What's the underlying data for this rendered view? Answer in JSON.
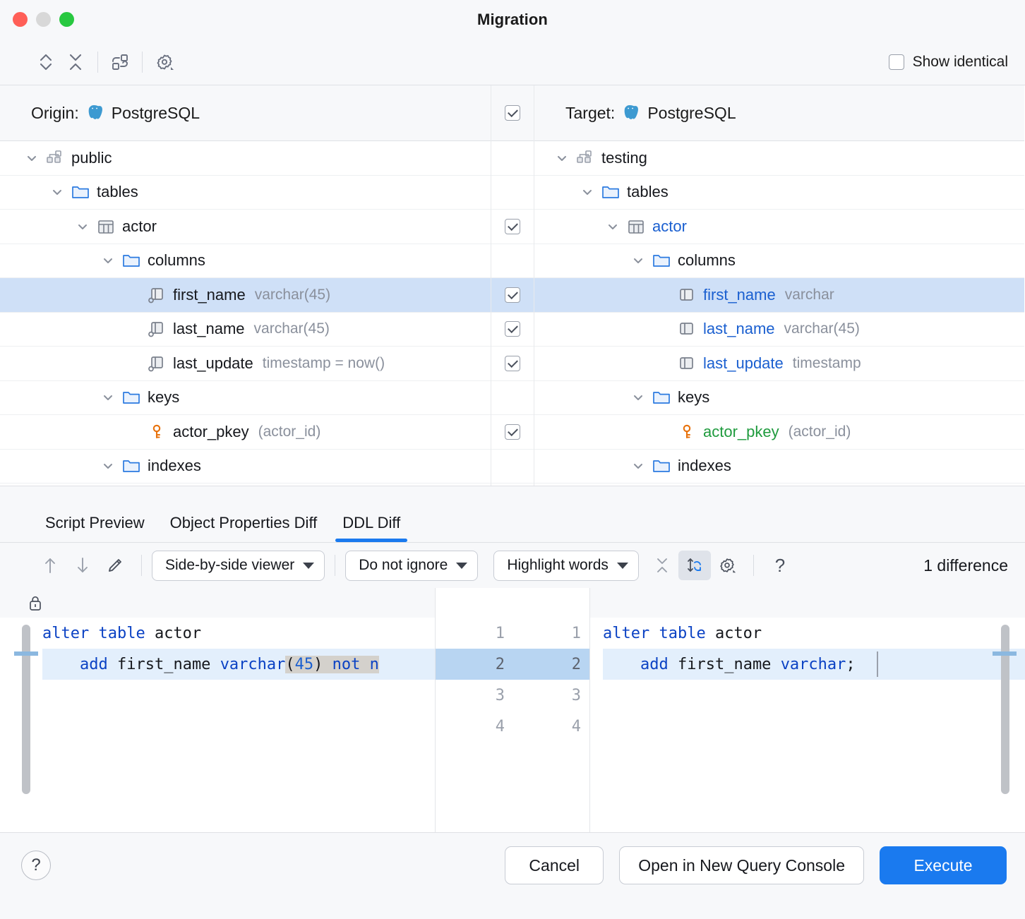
{
  "window": {
    "title": "Migration",
    "traffic_lights": [
      "close",
      "minimize",
      "maximize"
    ]
  },
  "toolbar": {
    "buttons": [
      {
        "name": "expand-all-icon",
        "label": "Expand All"
      },
      {
        "name": "collapse-all-icon",
        "label": "Collapse All"
      },
      {
        "name": "swap-sides-icon",
        "label": "Swap Sides"
      },
      {
        "name": "settings-gear-icon",
        "label": "Settings"
      }
    ],
    "show_identical": {
      "label": "Show identical",
      "checked": false
    }
  },
  "panels": {
    "origin": {
      "prefix": "Origin:",
      "db": "PostgreSQL",
      "icon": "postgresql-elephant-icon"
    },
    "target": {
      "prefix": "Target:",
      "db": "PostgreSQL",
      "icon": "postgresql-elephant-icon"
    },
    "header_checkbox": {
      "checked": true
    }
  },
  "tree": {
    "origin_rows": [
      {
        "indent": 0,
        "chevron": "down",
        "icon": "schema-icon",
        "name": "public",
        "meta": "",
        "color": "default",
        "selected": false
      },
      {
        "indent": 1,
        "chevron": "down",
        "icon": "folder-icon",
        "name": "tables",
        "meta": "",
        "color": "default",
        "selected": false
      },
      {
        "indent": 2,
        "chevron": "down",
        "icon": "table-icon",
        "name": "actor",
        "meta": "",
        "color": "default",
        "selected": false
      },
      {
        "indent": 3,
        "chevron": "down",
        "icon": "folder-icon",
        "name": "columns",
        "meta": "",
        "color": "default",
        "selected": false
      },
      {
        "indent": 4,
        "chevron": "none",
        "icon": "column-icon",
        "name": "first_name",
        "meta": "varchar(45)",
        "color": "default",
        "selected": true
      },
      {
        "indent": 4,
        "chevron": "none",
        "icon": "column-icon",
        "name": "last_name",
        "meta": "varchar(45)",
        "color": "default",
        "selected": false
      },
      {
        "indent": 4,
        "chevron": "none",
        "icon": "column-icon",
        "name": "last_update",
        "meta": "timestamp = now()",
        "color": "default",
        "selected": false
      },
      {
        "indent": 3,
        "chevron": "down",
        "icon": "folder-icon",
        "name": "keys",
        "meta": "",
        "color": "default",
        "selected": false
      },
      {
        "indent": 4,
        "chevron": "none",
        "icon": "key-icon",
        "name": "actor_pkey",
        "meta": "(actor_id)",
        "color": "default",
        "selected": false
      },
      {
        "indent": 3,
        "chevron": "down",
        "icon": "folder-icon",
        "name": "indexes",
        "meta": "",
        "color": "default",
        "selected": false
      }
    ],
    "checkboxes": [
      {
        "visible": false,
        "checked": false,
        "selected": false
      },
      {
        "visible": false,
        "checked": false,
        "selected": false
      },
      {
        "visible": true,
        "checked": true,
        "selected": false
      },
      {
        "visible": false,
        "checked": false,
        "selected": false
      },
      {
        "visible": true,
        "checked": true,
        "selected": true
      },
      {
        "visible": true,
        "checked": true,
        "selected": false
      },
      {
        "visible": true,
        "checked": true,
        "selected": false
      },
      {
        "visible": false,
        "checked": false,
        "selected": false
      },
      {
        "visible": true,
        "checked": true,
        "selected": false
      },
      {
        "visible": false,
        "checked": false,
        "selected": false
      }
    ],
    "target_rows": [
      {
        "indent": 0,
        "chevron": "down",
        "icon": "schema-icon",
        "name": "testing",
        "meta": "",
        "color": "default",
        "selected": false
      },
      {
        "indent": 1,
        "chevron": "down",
        "icon": "folder-icon",
        "name": "tables",
        "meta": "",
        "color": "default",
        "selected": false
      },
      {
        "indent": 2,
        "chevron": "down",
        "icon": "table-icon",
        "name": "actor",
        "meta": "",
        "color": "blue",
        "selected": false
      },
      {
        "indent": 3,
        "chevron": "down",
        "icon": "folder-icon",
        "name": "columns",
        "meta": "",
        "color": "default",
        "selected": false
      },
      {
        "indent": 4,
        "chevron": "none",
        "icon": "column-icon",
        "name": "first_name",
        "meta": "varchar",
        "color": "blue",
        "selected": true
      },
      {
        "indent": 4,
        "chevron": "none",
        "icon": "column-icon",
        "name": "last_name",
        "meta": "varchar(45)",
        "color": "blue",
        "selected": false
      },
      {
        "indent": 4,
        "chevron": "none",
        "icon": "column-icon",
        "name": "last_update",
        "meta": "timestamp",
        "color": "blue",
        "selected": false
      },
      {
        "indent": 3,
        "chevron": "down",
        "icon": "folder-icon",
        "name": "keys",
        "meta": "",
        "color": "default",
        "selected": false
      },
      {
        "indent": 4,
        "chevron": "none",
        "icon": "key-icon",
        "name": "actor_pkey",
        "meta": "(actor_id)",
        "color": "green",
        "selected": false
      },
      {
        "indent": 3,
        "chevron": "down",
        "icon": "folder-icon",
        "name": "indexes",
        "meta": "",
        "color": "default",
        "selected": false
      }
    ]
  },
  "tabs": {
    "items": [
      {
        "label": "Script Preview",
        "active": false
      },
      {
        "label": "Object Properties Diff",
        "active": false
      },
      {
        "label": "DDL Diff",
        "active": true
      }
    ]
  },
  "diff_toolbar": {
    "prev_label": "Previous Difference",
    "next_label": "Next Difference",
    "edit_label": "Edit Source",
    "viewer_mode": "Side-by-side viewer",
    "ignore_mode": "Do not ignore",
    "highlight_mode": "Highlight words",
    "collapse_label": "Collapse Unchanged Fragments",
    "sync_label": "Synchronize Scrolling",
    "settings_label": "Diff Settings",
    "help_label": "?",
    "difference_count": "1 difference"
  },
  "diff": {
    "left": {
      "lock": "lock-icon",
      "lines": [
        {
          "n": 1,
          "segments": [
            {
              "t": "alter table",
              "c": "kw"
            },
            {
              "t": " actor",
              "c": "plain"
            }
          ],
          "highlight": false
        },
        {
          "n": 2,
          "segments": [
            {
              "t": "    ",
              "c": "plain"
            },
            {
              "t": "add",
              "c": "kw"
            },
            {
              "t": " first_name ",
              "c": "plain"
            },
            {
              "t": "varchar",
              "c": "kw"
            },
            {
              "t": "(",
              "c": "plain-hl"
            },
            {
              "t": "45",
              "c": "num-hl"
            },
            {
              "t": ") ",
              "c": "plain-hl"
            },
            {
              "t": "not n",
              "c": "kw-hl"
            }
          ],
          "highlight": true
        },
        {
          "n": 3,
          "segments": [],
          "highlight": false
        },
        {
          "n": 4,
          "segments": [],
          "highlight": false
        }
      ]
    },
    "gutter": {
      "rows": [
        {
          "left": "1",
          "right": "1",
          "highlight": false
        },
        {
          "left": "2",
          "right": "2",
          "highlight": true
        },
        {
          "left": "3",
          "right": "3",
          "highlight": false
        },
        {
          "left": "4",
          "right": "4",
          "highlight": false
        }
      ]
    },
    "right": {
      "lock": "lock-icon",
      "lines": [
        {
          "n": 1,
          "segments": [
            {
              "t": "alter table",
              "c": "kw"
            },
            {
              "t": " actor",
              "c": "plain"
            }
          ],
          "highlight": false
        },
        {
          "n": 2,
          "segments": [
            {
              "t": "    ",
              "c": "plain"
            },
            {
              "t": "add",
              "c": "kw"
            },
            {
              "t": " first_name ",
              "c": "plain"
            },
            {
              "t": "varchar",
              "c": "kw"
            },
            {
              "t": ";",
              "c": "plain"
            }
          ],
          "highlight": true
        },
        {
          "n": 3,
          "segments": [],
          "highlight": false
        },
        {
          "n": 4,
          "segments": [],
          "highlight": false
        }
      ]
    }
  },
  "bottom": {
    "help": "?",
    "cancel": "Cancel",
    "open_console": "Open in New Query Console",
    "execute": "Execute"
  },
  "colors": {
    "accent": "#1a7aef",
    "selection": "#cfe0f7",
    "diff_highlight": "#e3effc",
    "modified_text": "#1a5fd0",
    "added_text": "#1f9b3e",
    "key_icon": "#e8720c",
    "keyword": "#0b42c4"
  }
}
